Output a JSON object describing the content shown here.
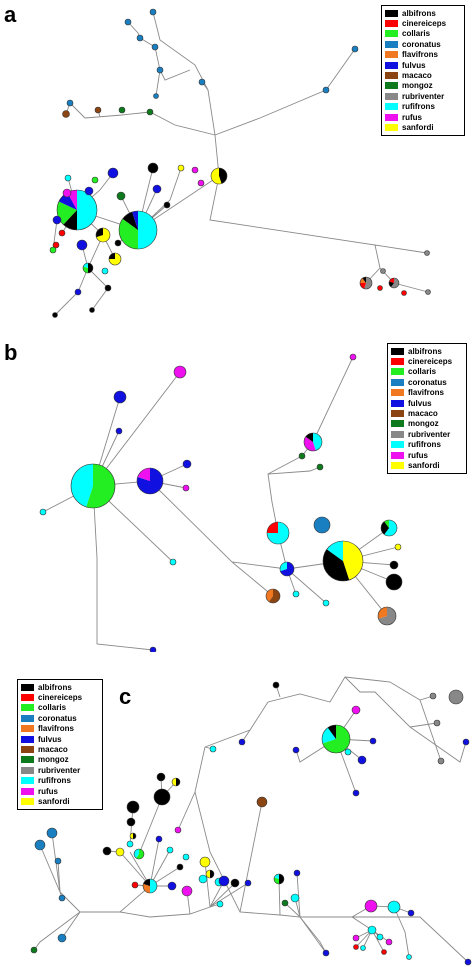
{
  "species": [
    {
      "name": "albifrons",
      "color": "#000000"
    },
    {
      "name": "cinereiceps",
      "color": "#ff0000"
    },
    {
      "name": "collaris",
      "color": "#22ee22"
    },
    {
      "name": "coronatus",
      "color": "#1a7fc0"
    },
    {
      "name": "flavifrons",
      "color": "#f07820"
    },
    {
      "name": "fulvus",
      "color": "#1010e0"
    },
    {
      "name": "macaco",
      "color": "#8b4513"
    },
    {
      "name": "mongoz",
      "color": "#0e7a1e"
    },
    {
      "name": "rubriventer",
      "color": "#888888"
    },
    {
      "name": "rufifrons",
      "color": "#00ffff"
    },
    {
      "name": "rufus",
      "color": "#ee10ee"
    },
    {
      "name": "sanfordi",
      "color": "#ffff00"
    }
  ],
  "panels": [
    {
      "label": "a"
    },
    {
      "label": "b"
    },
    {
      "label": "c"
    }
  ]
}
